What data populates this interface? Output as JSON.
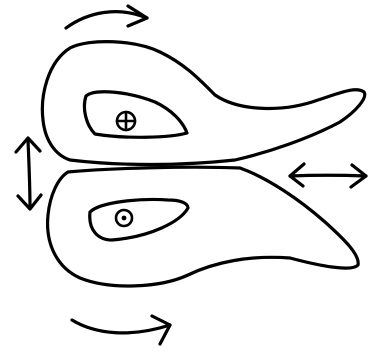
{
  "colors": {
    "ink": "#000000",
    "paper": "#ffffff"
  },
  "shapes": [
    {
      "name": "upper-lobe",
      "nucleus": "crossed-circle"
    },
    {
      "name": "lower-lobe",
      "nucleus": "dotted-circle"
    }
  ],
  "arrows": [
    {
      "name": "top-curved-arrow",
      "direction": "right"
    },
    {
      "name": "bottom-curved-arrow",
      "direction": "right"
    },
    {
      "name": "left-vertical-double-arrow",
      "direction": "up-down"
    },
    {
      "name": "right-horizontal-double-arrow",
      "direction": "left-right"
    }
  ]
}
